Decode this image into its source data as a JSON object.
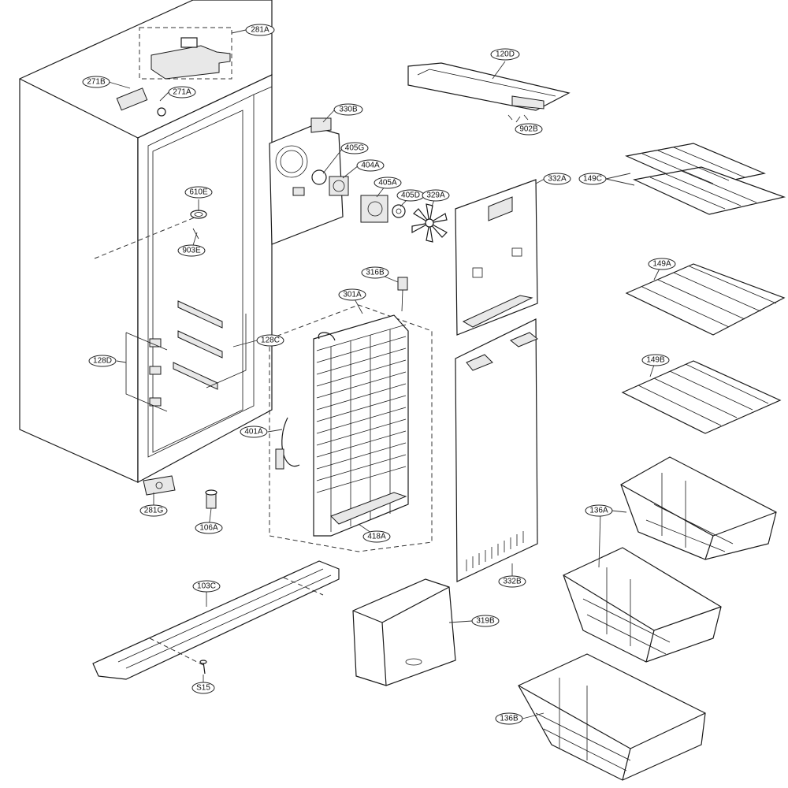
{
  "labels": {
    "l281A": "281A",
    "l271B": "271B",
    "l271A": "271A",
    "l330B": "330B",
    "l120D": "120D",
    "l902B": "902B",
    "l405G": "405G",
    "l404A": "404A",
    "l405A": "405A",
    "l405D": "405D",
    "l329A": "329A",
    "l332A": "332A",
    "l149C": "149C",
    "l610E": "610E",
    "l903E": "903E",
    "l316B": "316B",
    "l149A": "149A",
    "l301A": "301A",
    "l128C": "128C",
    "l128D": "128D",
    "l149B": "149B",
    "l401A": "401A",
    "l136A": "136A",
    "l281G": "281G",
    "l106A": "106A",
    "l418A": "418A",
    "l332B": "332B",
    "l103C": "103C",
    "l319B": "319B",
    "lS15": "S15",
    "l136B": "136B"
  }
}
